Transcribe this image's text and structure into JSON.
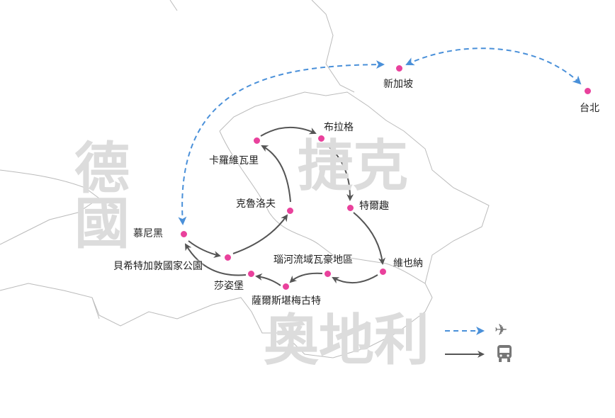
{
  "countries": [
    "德國",
    "捷克",
    "奧地利"
  ],
  "cities": [
    {
      "id": "singapore",
      "name": "新加坡"
    },
    {
      "id": "taipei",
      "name": "台北"
    },
    {
      "id": "munich",
      "name": "慕尼黑"
    },
    {
      "id": "berchtesgaden",
      "name": "貝希特加敦國家公園"
    },
    {
      "id": "krumlov",
      "name": "克魯洛夫"
    },
    {
      "id": "karlovy",
      "name": "卡羅維瓦里"
    },
    {
      "id": "prague",
      "name": "布拉格"
    },
    {
      "id": "telc",
      "name": "特爾趣"
    },
    {
      "id": "vienna",
      "name": "維也納"
    },
    {
      "id": "wachau",
      "name": "瑙河流域瓦豪地區"
    },
    {
      "id": "salzkammergut",
      "name": "薩爾斯堪梅古特"
    },
    {
      "id": "salzburg",
      "name": "莎姿堡"
    }
  ],
  "legend": [
    {
      "line": "dashed",
      "color": "#4a90d9",
      "icon": "airplane-icon",
      "meaning": "flight"
    },
    {
      "line": "solid",
      "color": "#555555",
      "icon": "bus-icon",
      "meaning": "bus"
    }
  ]
}
